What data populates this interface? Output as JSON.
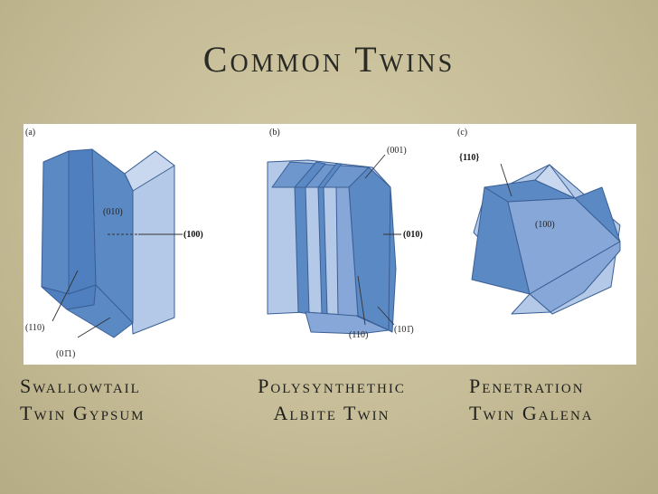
{
  "slide": {
    "title": "Common Twins"
  },
  "panels": {
    "a": {
      "letter": "(a)",
      "labels": {
        "face_010": "(010)",
        "face_100": "(100)",
        "face_110": "(110)",
        "face_011": "(01̄1)"
      }
    },
    "b": {
      "letter": "(b)",
      "labels": {
        "face_001": "(001)",
        "face_010": "(010)",
        "face_110": "(110)",
        "face_101": "(101̄)"
      }
    },
    "c": {
      "letter": "(c)",
      "labels": {
        "face_110": "{110}",
        "face_100": "(100)"
      }
    }
  },
  "captions": [
    {
      "line1": "Swallowtail",
      "line2": "Twin Gypsum"
    },
    {
      "line1": "Polysynthethic",
      "line2": "Albite Twin"
    },
    {
      "line1": "Penetration",
      "line2": "Twin Galena"
    }
  ],
  "colors": {
    "dark_blue": "#5b89c4",
    "light_blue": "#b4c9e8",
    "mid_blue": "#86a7d8",
    "edge": "#3a5f95"
  }
}
